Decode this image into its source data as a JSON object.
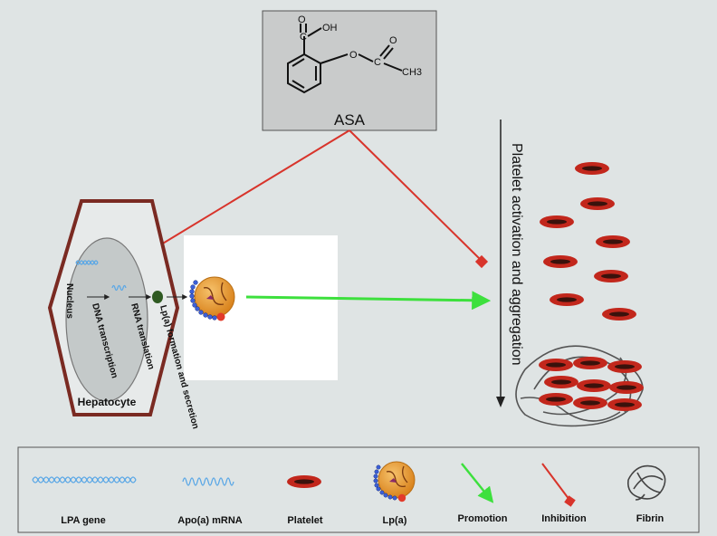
{
  "drug": {
    "name": "ASA",
    "structure": {
      "carboxyl_oxygen": "O",
      "hydroxyl": "OH",
      "ester_oxygen": "O",
      "carbonyl_oxygen": "O",
      "ester_carbon": "C",
      "methyl": "CH3",
      "carboxyl_carbon": "C"
    }
  },
  "hepatocyte": {
    "label": "Hepatocyte",
    "nucleus_label": "Nucleus",
    "steps": {
      "dna_transcription": "DNA transcription",
      "rna_translation": "RNA translation",
      "lpa_formation": "Lp(a) formation and secretion"
    }
  },
  "process": {
    "label": "Platelet activation and aggregation"
  },
  "legend": {
    "items": [
      {
        "id": "lpa-gene",
        "label": "LPA gene"
      },
      {
        "id": "apoa-mrna",
        "label": "Apo(a) mRNA"
      },
      {
        "id": "platelet",
        "label": "Platelet"
      },
      {
        "id": "lpa",
        "label": "Lp(a)"
      },
      {
        "id": "promotion",
        "label": "Promotion"
      },
      {
        "id": "inhibition",
        "label": "Inhibition"
      },
      {
        "id": "fibrin",
        "label": "Fibrin"
      }
    ]
  },
  "colors": {
    "background": "#dfe4e4",
    "promotion": "#3de03d",
    "inhibition": "#d8342b",
    "platelet": "#c2271c",
    "lpa_core": "#e89a2c",
    "apo_beads": "#3b5fd8",
    "hepatocyte_border": "#7a2a22",
    "dna": "#5aa7e6"
  }
}
